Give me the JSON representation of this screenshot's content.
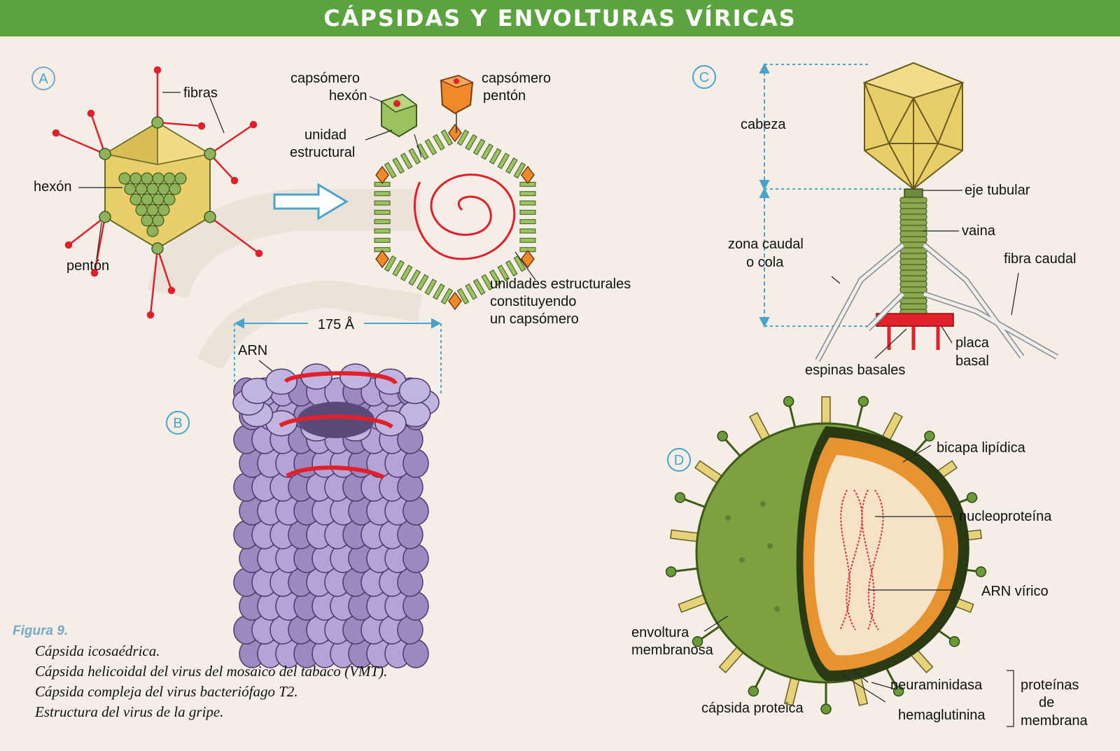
{
  "title": "CÁPSIDAS Y ENVOLTURAS VÍRICAS",
  "panels": {
    "a": {
      "marker": "A",
      "labels": {
        "fibras": "fibras",
        "hexon": "hexón",
        "penton": "pentón"
      }
    },
    "a2": {
      "labels": {
        "capsomero_hexon_1": "capsómero",
        "capsomero_hexon_2": "hexón",
        "capsomero_penton_1": "capsómero",
        "capsomero_penton_2": "pentón",
        "unidad_1": "unidad",
        "unidad_2": "estructural",
        "unidades_1": "unidades estructurales",
        "unidades_2": "constituyendo",
        "unidades_3": "un capsómero"
      }
    },
    "b": {
      "marker": "B",
      "labels": {
        "dim": "175 Å",
        "arn": "ARN"
      }
    },
    "c": {
      "marker": "C",
      "labels": {
        "cabeza": "cabeza",
        "eje_tubular": "eje tubular",
        "vaina": "vaina",
        "zona_caudal_1": "zona caudal",
        "zona_caudal_2": "o cola",
        "fibra_caudal": "fibra caudal",
        "placa_1": "placa",
        "placa_2": "basal",
        "espinas": "espinas basales"
      }
    },
    "d": {
      "marker": "D",
      "labels": {
        "bicapa": "bicapa lipídica",
        "nucleoproteina": "nucleoproteína",
        "arn_virico": "ARN vírico",
        "envoltura_1": "envoltura",
        "envoltura_2": "membranosa",
        "neuraminidasa": "neuraminidasa",
        "capsida_proteica": "cápsida proteica",
        "hemaglutinina": "hemaglutinina",
        "proteinas_1": "proteínas",
        "proteinas_2": "de",
        "proteinas_3": "membrana"
      }
    }
  },
  "caption": {
    "figure": "Figura 9.",
    "items": [
      "Cápsida icosaédrica.",
      "Cápsida helicoidal del virus del mosaico del tabaco (VMT).",
      "Cápsida compleja del virus bacteriófago T2.",
      "Estructura del virus de la gripe."
    ]
  },
  "colors": {
    "title_bg": "#5aa33e",
    "capsid_yellow": "#e9cf6a",
    "capsomer_green": "#8fb35a",
    "fiber_red": "#e0202a",
    "penton_orange": "#ee8a2a",
    "tmv_purple": "#a897c9",
    "envelope_green": "#7da040",
    "marker_blue": "#4aa3c9"
  }
}
